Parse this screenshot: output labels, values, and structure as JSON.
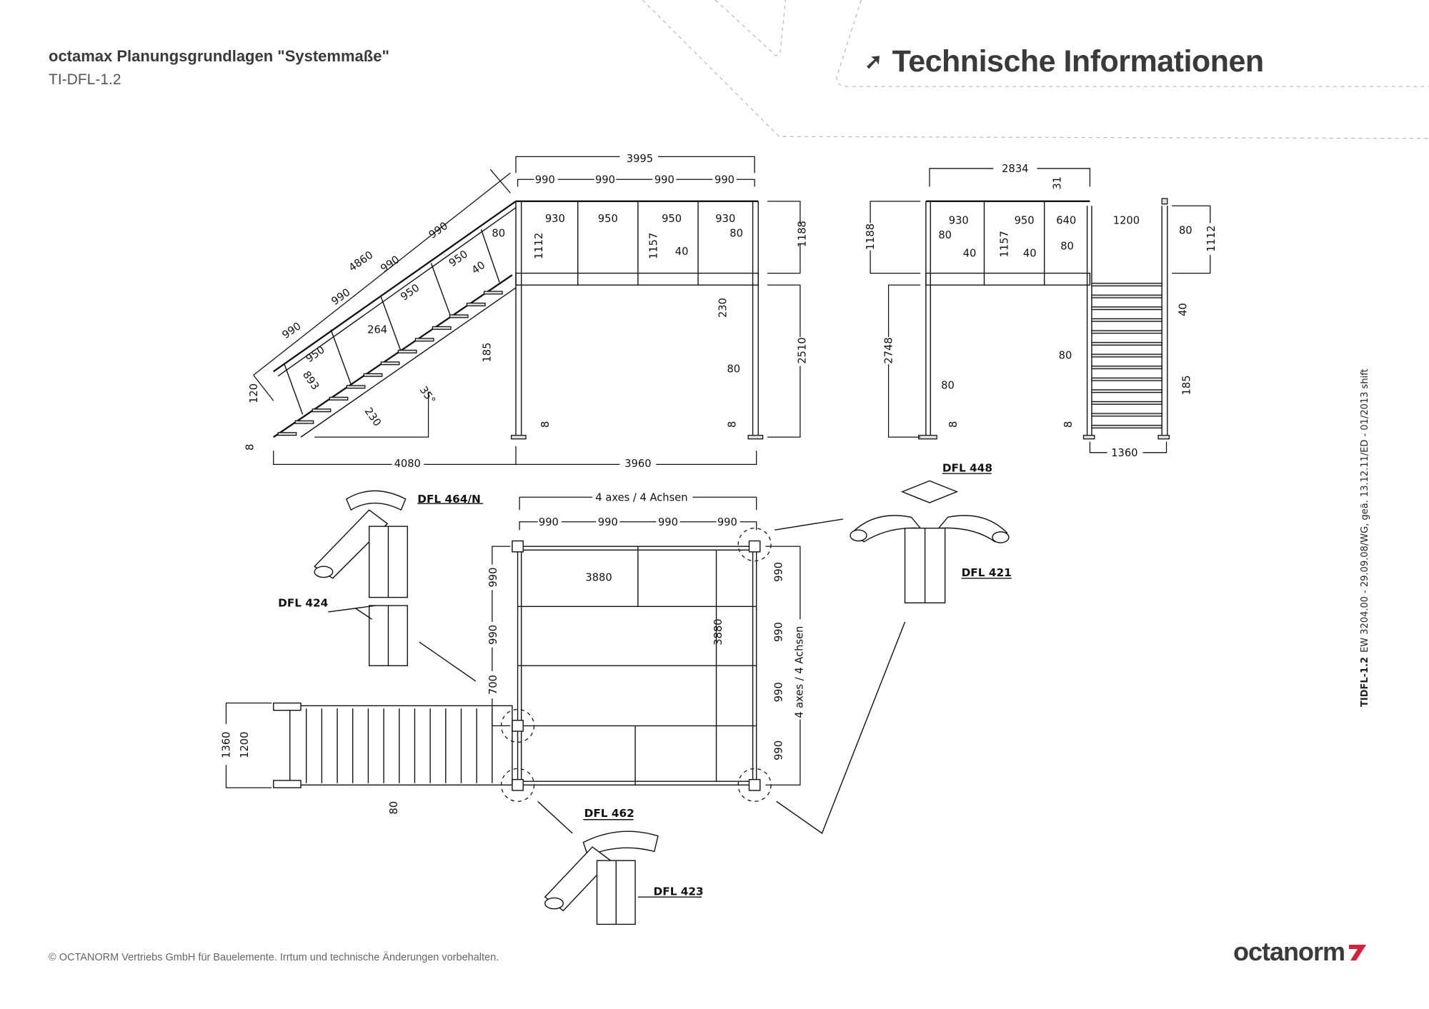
{
  "header": {
    "title": "octamax Planungsgrundlagen \"Systemmaße\"",
    "code": "TI-DFL-1.2",
    "section_title": "Technische Informationen",
    "section_icon": "arrow-up-right-icon"
  },
  "side_note": {
    "id": "TIDFL-1.2",
    "text": "EW 3204.00 - 29.09.08/WG, geä. 13.12.11/ED - 01/2013 shift"
  },
  "footer": {
    "copyright": "© OCTANORM Vertriebs GmbH für Bauelemente. Irrtum und technische Änderungen vorbehalten.",
    "logo": "octanorm",
    "brand_color": "#d6213a"
  },
  "side_view": {
    "dims": [
      "3995",
      "990",
      "990",
      "990",
      "990",
      "930",
      "950",
      "950",
      "930",
      "80",
      "80",
      "1112",
      "1157",
      "40",
      "1188",
      "230",
      "2510",
      "80",
      "4860",
      "990",
      "990",
      "990",
      "990",
      "950",
      "950",
      "950",
      "40",
      "264",
      "185",
      "893",
      "230",
      "35°",
      "120",
      "8",
      "8",
      "8",
      "4080",
      "3960"
    ]
  },
  "front_view": {
    "dims": [
      "2834",
      "31",
      "930",
      "950",
      "640",
      "1200",
      "1188",
      "80",
      "40",
      "1157",
      "40",
      "80",
      "80",
      "1112",
      "2748",
      "80",
      "40",
      "80",
      "185",
      "8",
      "8",
      "1360"
    ]
  },
  "plan_view": {
    "dims": [
      "4 axes / 4 Achsen",
      "990",
      "990",
      "990",
      "990",
      "3880",
      "3880",
      "990",
      "990",
      "700",
      "990",
      "990",
      "990",
      "990",
      "4 axes / 4 Achsen",
      "1360",
      "1200",
      "80"
    ]
  },
  "parts": {
    "dfl_464n": "DFL 464/N",
    "dfl_424": "DFL 424",
    "dfl_462": "DFL 462",
    "dfl_423": "DFL 423",
    "dfl_448": "DFL 448",
    "dfl_421": "DFL 421"
  }
}
